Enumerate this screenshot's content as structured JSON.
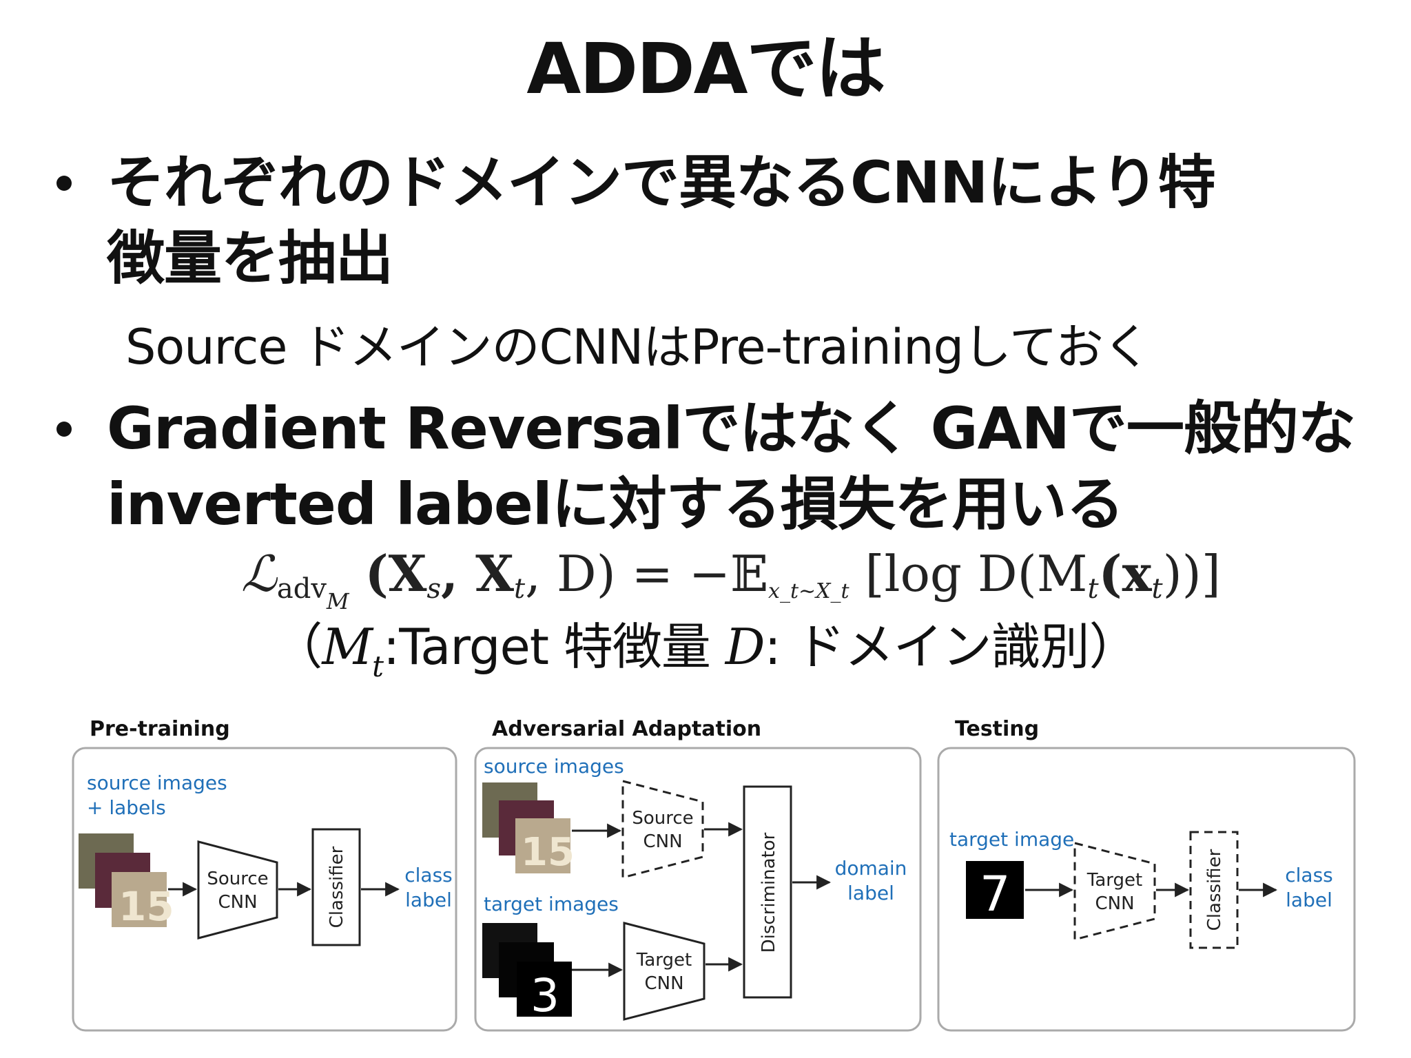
{
  "title": "ADDAでは",
  "bullets": [
    {
      "line1": "それぞれのドメインで異なるCNNにより特",
      "line2": "徴量を抽出"
    },
    {
      "line1": "Gradient Reversalではなく GANで一般的な",
      "line2": "inverted labelに対する損失を用いる"
    }
  ],
  "subnote": "Source ドメインのCNNはPre-trainingしておく",
  "formula": {
    "lhs_symbol": "ℒ",
    "lhs_sub": "adv",
    "lhs_subsub": "M",
    "args": "(X",
    "args_s": "s",
    "args_mid": ", X",
    "args_t": "t",
    "args_end": ", D) = −𝔼",
    "exp_sub": "x_t∼X_t",
    "rhs": "[log D(M",
    "rhs_t": "t",
    "rhs_mid": "(x",
    "rhs_t2": "t",
    "rhs_end": "))]"
  },
  "caption": {
    "open": "（",
    "m": "M",
    "m_sub": "t",
    "target": ":Target 特徴量 ",
    "d": "D",
    "rest": ": ドメイン識別）"
  },
  "diagram": {
    "panels": [
      {
        "title": "Pre-training",
        "input_label_1": "source images",
        "input_label_2": "+ labels",
        "cnn_line1": "Source",
        "cnn_line2": "CNN",
        "classifier": "Classifier",
        "out_1": "class",
        "out_2": "label"
      },
      {
        "title": "Adversarial Adaptation",
        "src_label": "source images",
        "tgt_label": "target images",
        "src_cnn_1": "Source",
        "src_cnn_2": "CNN",
        "tgt_cnn_1": "Target",
        "tgt_cnn_2": "CNN",
        "discriminator": "Discriminator",
        "out_1": "domain",
        "out_2": "label"
      },
      {
        "title": "Testing",
        "input_label": "target image",
        "cnn_line1": "Target",
        "cnn_line2": "CNN",
        "classifier": "Classifier",
        "out_1": "class",
        "out_2": "label"
      }
    ],
    "colors": {
      "accent": "#1f6fb8",
      "box": "#333333",
      "panel_border": "#aaaaaa"
    }
  }
}
